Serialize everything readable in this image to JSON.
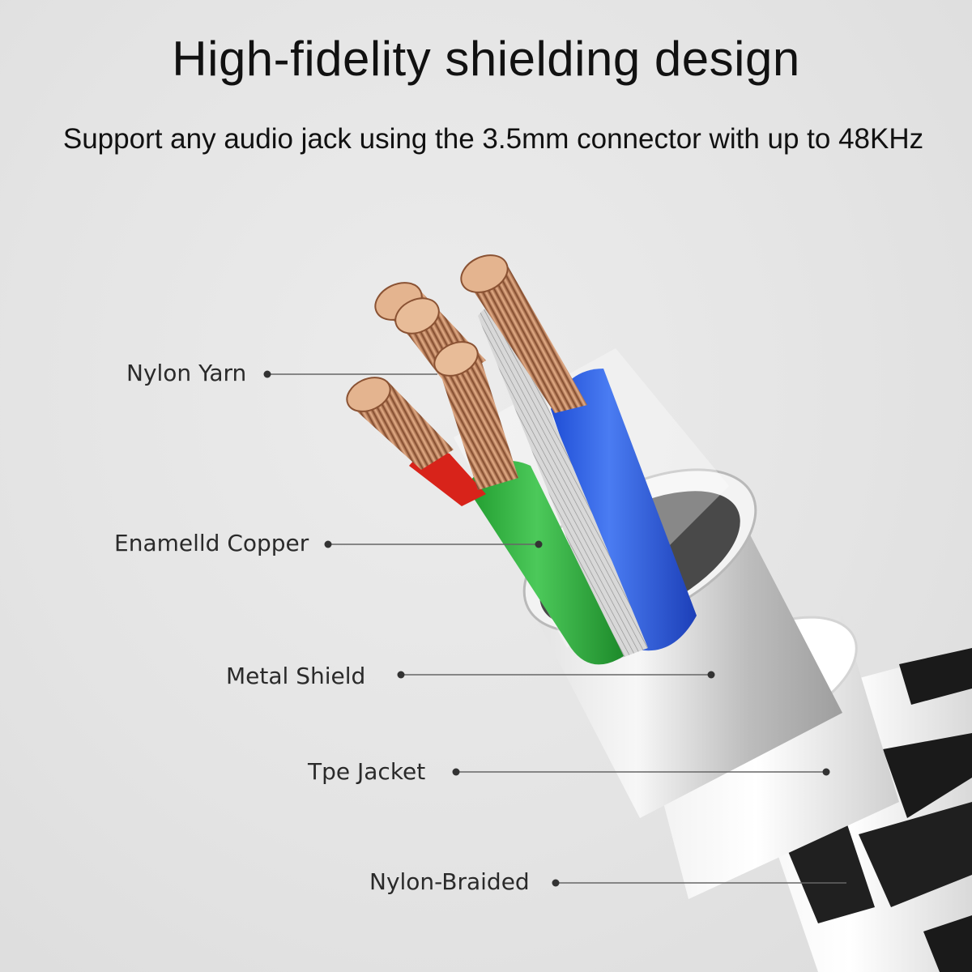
{
  "header": {
    "title": "High-fidelity shielding design",
    "subtitle": "Support any audio jack using the 3.5mm connector with up to 48KHz"
  },
  "callouts": [
    {
      "id": "nylon-yarn",
      "label": "Nylon Yarn"
    },
    {
      "id": "enamelled-copper",
      "label": "Enamelld Copper"
    },
    {
      "id": "metal-shield",
      "label": "Metal Shield"
    },
    {
      "id": "tpe-jacket",
      "label": "Tpe Jacket"
    },
    {
      "id": "nylon-braided",
      "label": "Nylon-Braided"
    }
  ],
  "colors": {
    "background": "#e6e6e6",
    "wire_blue": "#2f5fe0",
    "wire_green": "#2faa3c",
    "wire_red": "#d8231a",
    "copper": "#c98a5e",
    "shield_silver": "#cfcfcf",
    "braid_black": "#1a1a1a",
    "leader_line": "#555555"
  }
}
